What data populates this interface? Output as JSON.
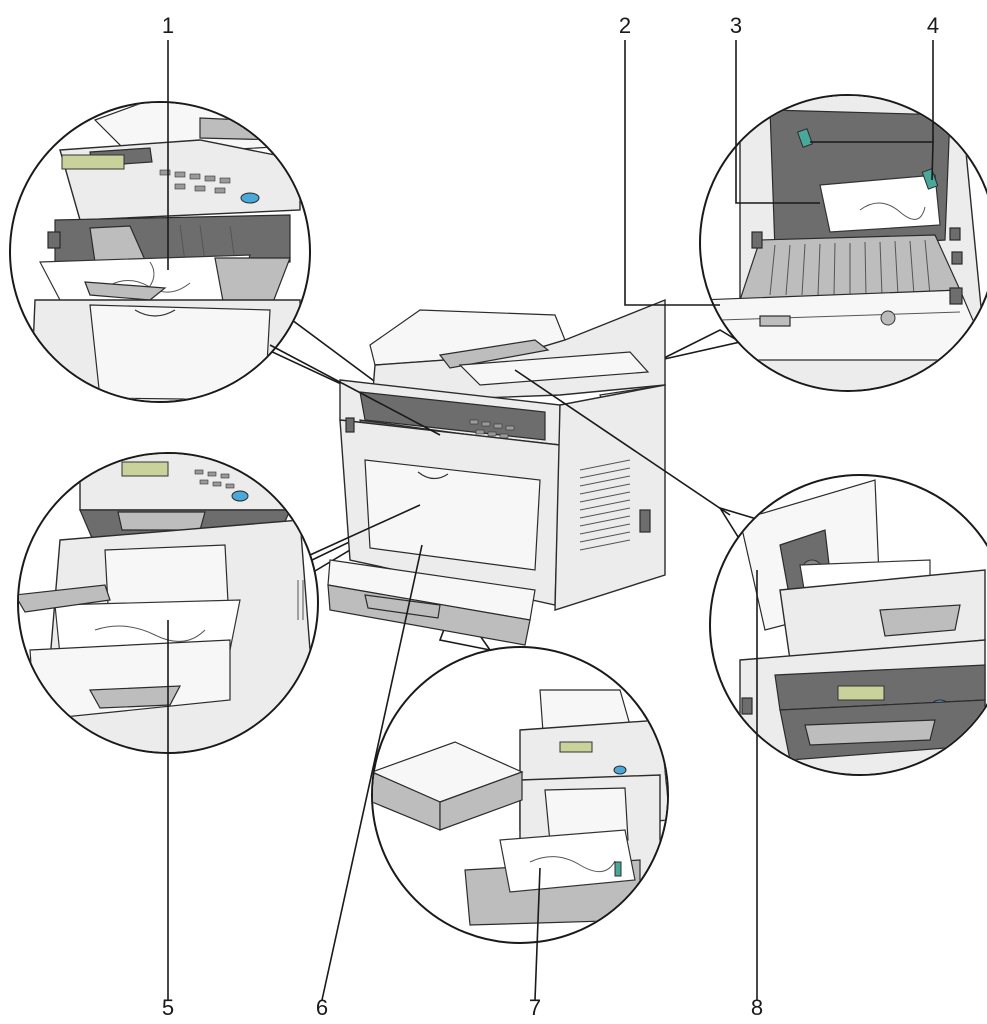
{
  "callouts": {
    "c1": "1",
    "c2": "2",
    "c3": "3",
    "c4": "4",
    "c5": "5",
    "c6": "6",
    "c7": "7",
    "c8": "8"
  },
  "colors": {
    "line": "#1a1a1a",
    "accent_blue": "#4aa9d8",
    "accent_green": "#4aa89a",
    "lcd": "#c9d29a"
  }
}
